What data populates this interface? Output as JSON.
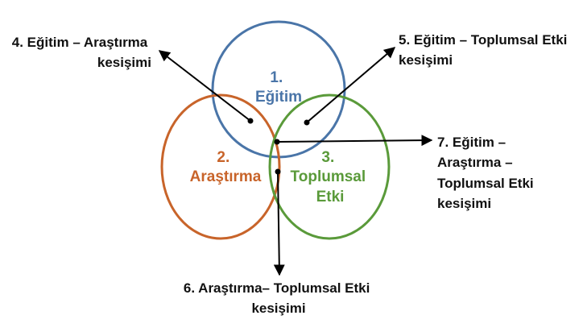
{
  "colors": {
    "education": "#4a75a8",
    "research": "#c8642a",
    "social_impact": "#5a9a3a",
    "arrow": "#000000",
    "text": "#111111"
  },
  "circles": {
    "education": {
      "line1": "1.",
      "line2": "Eğitim"
    },
    "research": {
      "line1": "2.",
      "line2": "Araştırma"
    },
    "social_impact": {
      "line1": "3.",
      "line2": "Toplumsal",
      "line3": "Etki"
    }
  },
  "intersections": {
    "education_research": {
      "line1": "4. Eğitim – Araştırma",
      "line2": "kesişimi"
    },
    "education_social": {
      "line1": "5. Eğitim – Toplumsal Etki",
      "line2": "kesişimi"
    },
    "research_social": {
      "line1": "6. Araştırma– Toplumsal Etki",
      "line2": "kesişimi"
    },
    "all_three": {
      "line1": "7. Eğitim –",
      "line2": "Araştırma –",
      "line3": "Toplumsal Etki",
      "line4": "kesişimi"
    }
  }
}
